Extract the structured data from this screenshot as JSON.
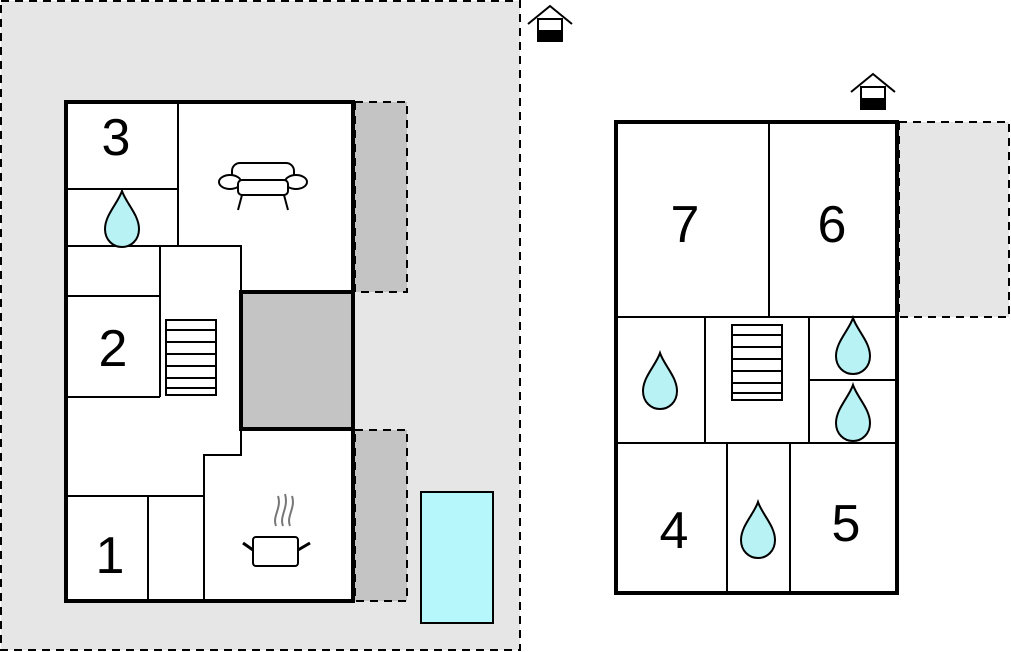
{
  "rooms": {
    "r1": "1",
    "r2": "2",
    "r3": "3",
    "r4": "4",
    "r5": "5",
    "r6": "6",
    "r7": "7"
  },
  "icons": {
    "entrance": "entrance-house-icon",
    "bathroom": "water-drop-icon",
    "living": "sofa-icon",
    "kitchen": "cooking-pot-icon",
    "stairs": "stairs-icon",
    "pool": "pool-icon"
  },
  "colors": {
    "terrace": "#e6e6e6",
    "covered_terrace": "#c4c4c4",
    "water": "#b8f2f4",
    "pool": "#b5f7fb",
    "wall": "#000000"
  }
}
